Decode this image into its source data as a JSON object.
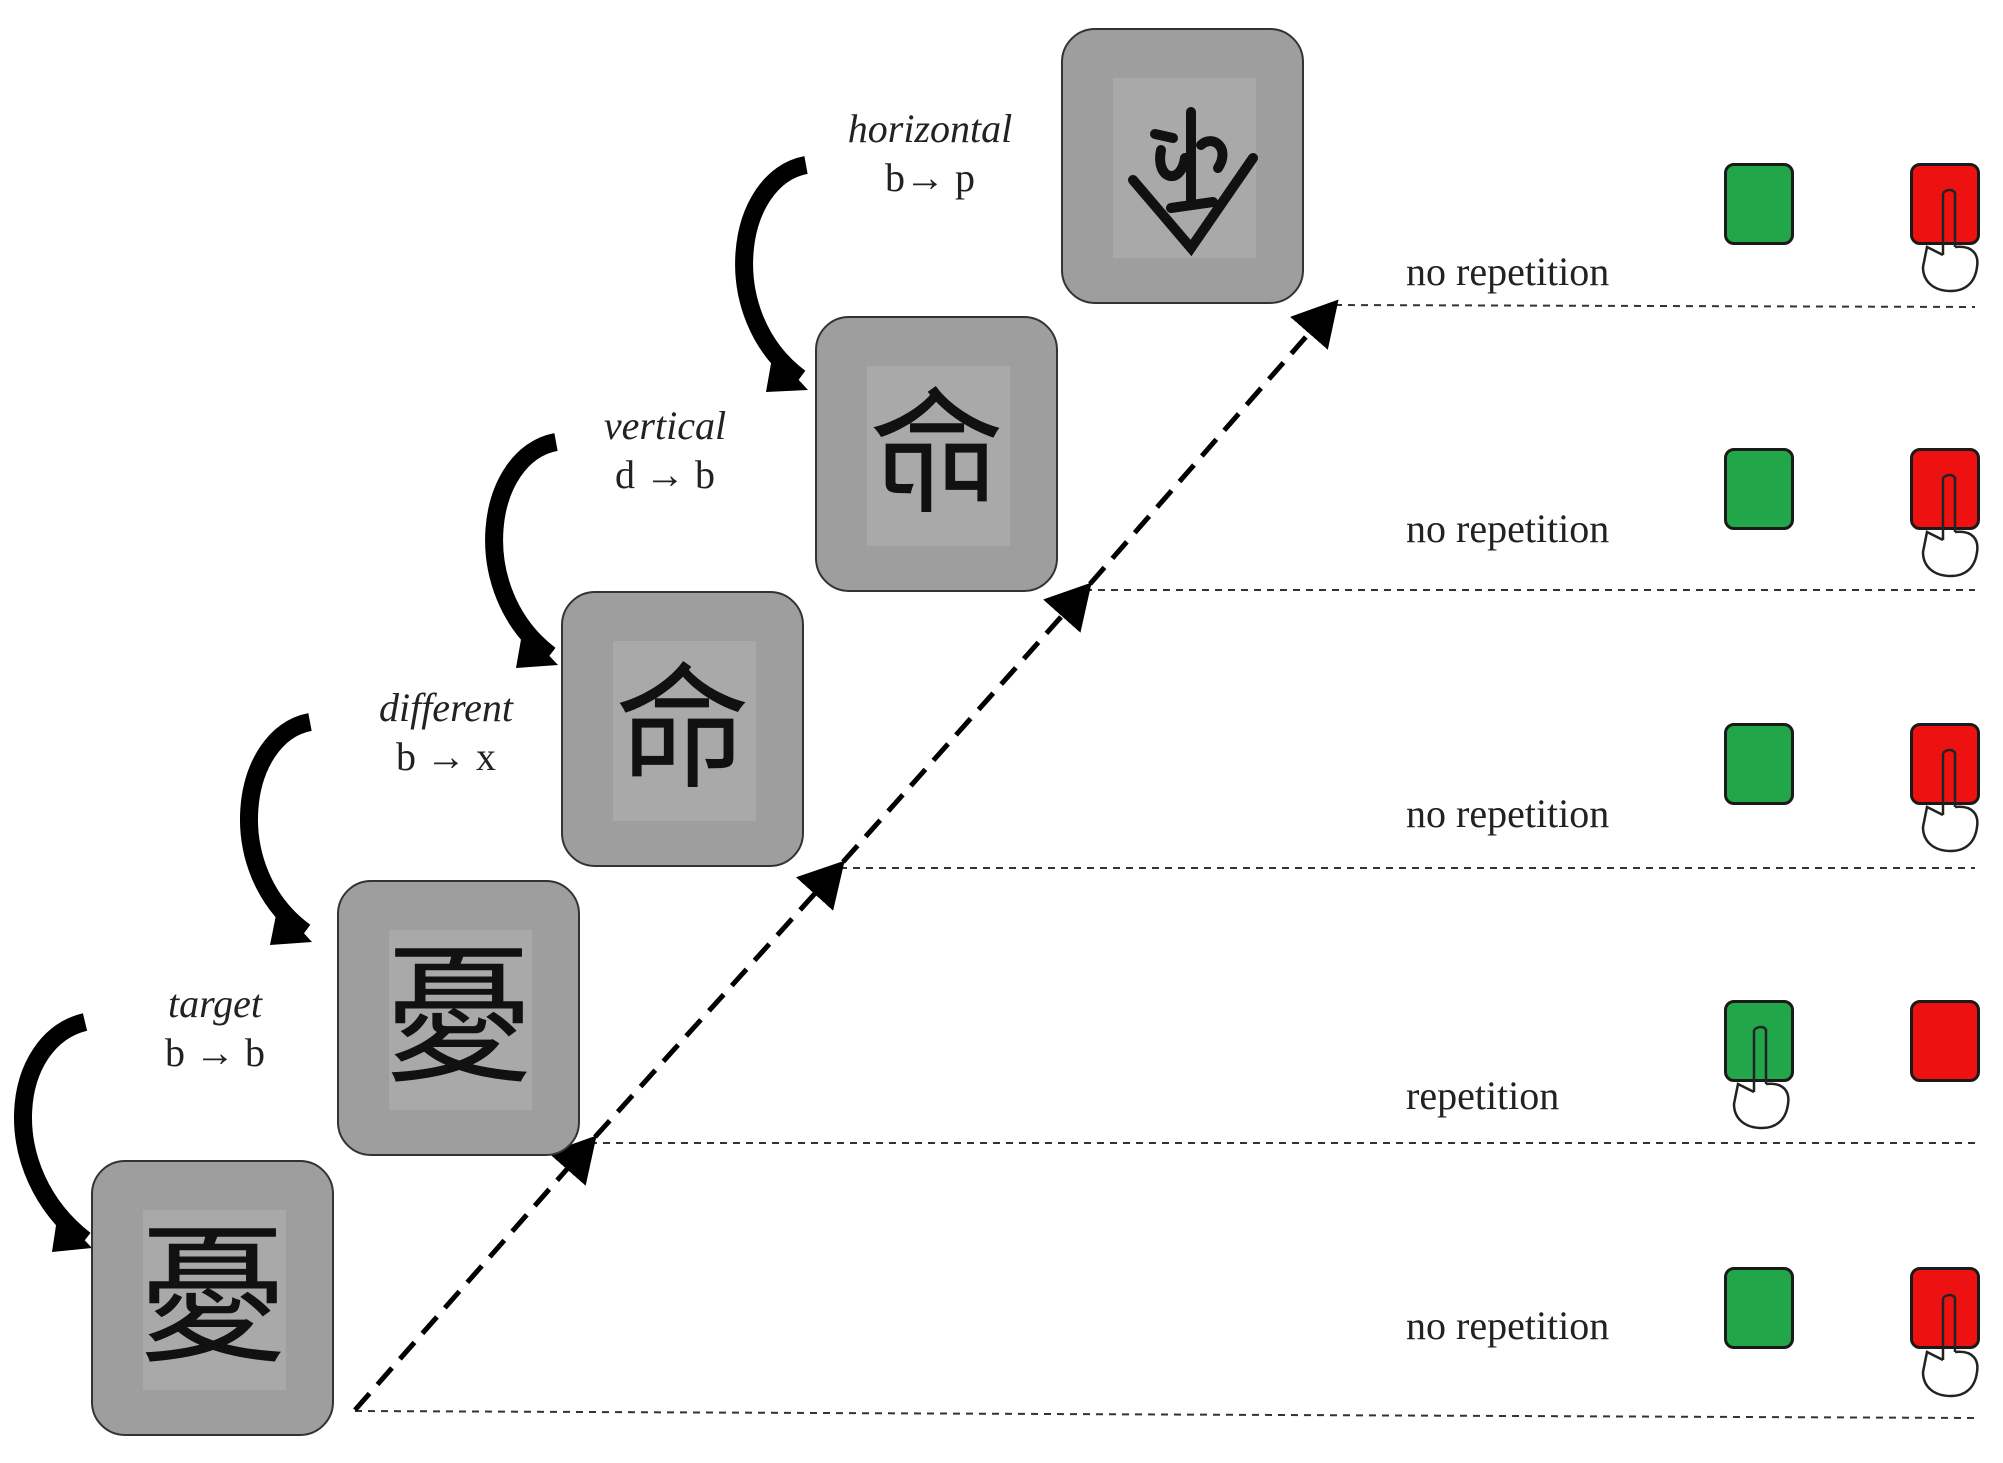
{
  "rows": [
    {
      "stimulus": "憂",
      "transition_name": "target",
      "transition_rule": "b → b",
      "outcome": "no repetition",
      "pressed": "red"
    },
    {
      "stimulus": "憂",
      "transition_name": "different",
      "transition_rule": "b → x",
      "outcome": "repetition",
      "pressed": "green"
    },
    {
      "stimulus": "命",
      "transition_name": "vertical",
      "transition_rule": "d → b",
      "outcome": "no repetition",
      "pressed": "red"
    },
    {
      "stimulus": "命",
      "transition_name": "horizontal",
      "transition_rule": "b→ p",
      "outcome": "no repetition",
      "pressed": "red"
    },
    {
      "stimulus": "",
      "outcome": "no repetition",
      "pressed": "red"
    }
  ],
  "colors": {
    "card_fill": "#9e9e9e",
    "green_button": "#22a64a",
    "red_button": "#ee1111"
  }
}
